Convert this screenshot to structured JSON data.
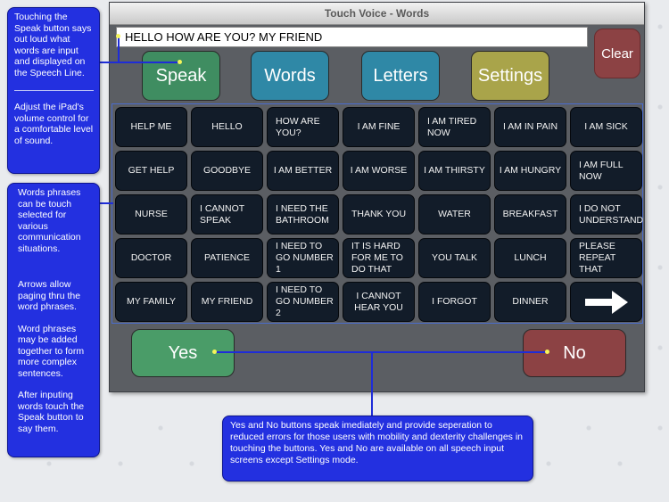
{
  "app": {
    "title": "Touch Voice - Words",
    "speech_line": "HELLO HOW ARE YOU?  MY FRIEND"
  },
  "buttons": {
    "clear": "Clear",
    "speak": "Speak",
    "words": "Words",
    "letters": "Letters",
    "settings": "Settings",
    "yes": "Yes",
    "no": "No"
  },
  "phrases": [
    [
      "HELP ME",
      "HELLO",
      "HOW ARE YOU?",
      "I AM FINE",
      "I AM TIRED NOW",
      "I AM IN PAIN",
      "I AM SICK"
    ],
    [
      "GET HELP",
      "GOODBYE",
      "I AM BETTER",
      "I AM WORSE",
      "I AM THIRSTY",
      "I AM HUNGRY",
      "I AM FULL NOW"
    ],
    [
      "NURSE",
      "I CANNOT SPEAK",
      "I NEED THE BATHROOM",
      "THANK YOU",
      "WATER",
      "BREAKFAST",
      "I DO NOT UNDERSTAND"
    ],
    [
      "DOCTOR",
      "PATIENCE",
      "I NEED TO GO NUMBER 1",
      "IT IS HARD FOR ME TO DO THAT",
      "YOU TALK",
      "LUNCH",
      "PLEASE REPEAT THAT"
    ],
    [
      "MY FAMILY",
      "MY FRIEND",
      "I NEED TO GO NUMBER 2",
      "I CANNOT HEAR YOU",
      "I FORGOT",
      "DINNER"
    ]
  ],
  "icons": {
    "next_page": "right-arrow-icon"
  },
  "callouts": {
    "speak_button": "Touching the Speak button says out loud what words are input and displayed on the Speech Line.",
    "volume": "Adjust the iPad's volume control for a comfortable level of sound.",
    "words_phrases": "Words phrases can be touch selected for various communication situations.",
    "arrows": "Arrows allow paging thru the word phrases.",
    "combine": "Word phrases may be added together to form more complex sentences.",
    "after_input": "After inputing words touch the Speak button to say them.",
    "yes_no": "Yes and No buttons speak imediately and provide seperation to reduced errors for those users with mobility and dexterity challenges in touching the buttons.  Yes and No are available on all speech input screens except Settings mode."
  },
  "colors": {
    "callout_blue": "#2330e0",
    "speak_green": "#3f8d61",
    "words_teal": "#2f88a6",
    "settings_olive": "#a9a44a",
    "clear_red": "#8c4244",
    "phrase_navy": "#121c29"
  }
}
